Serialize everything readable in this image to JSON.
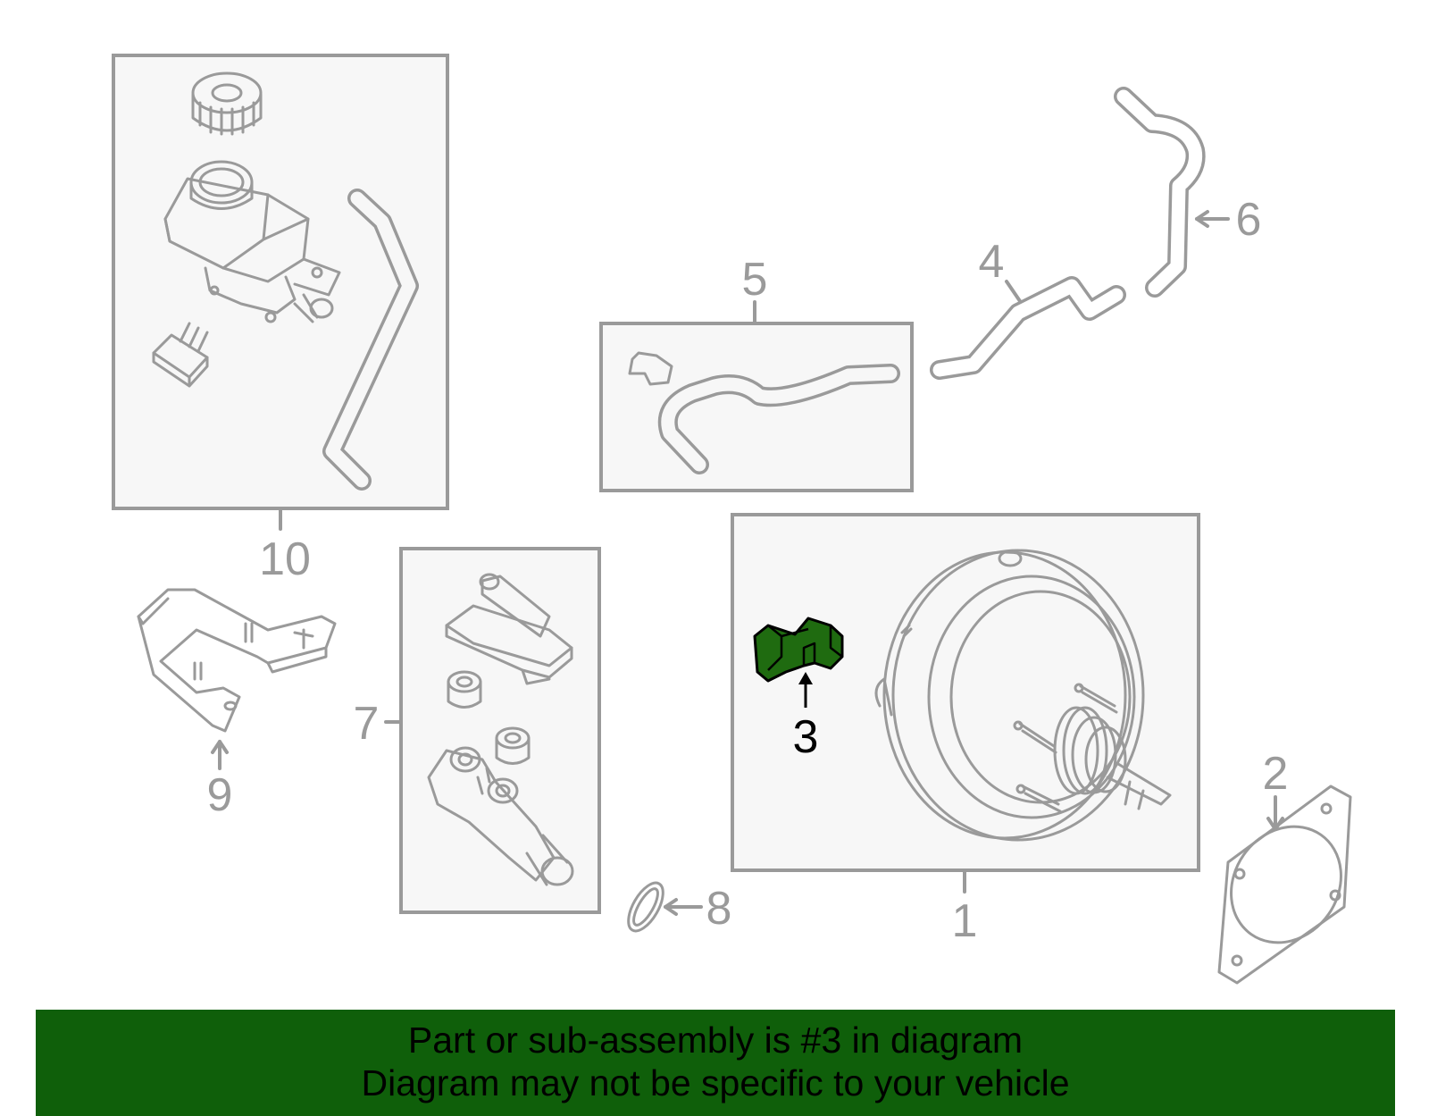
{
  "callouts": {
    "c1": "1",
    "c2": "2",
    "c3": "3",
    "c4": "4",
    "c5": "5",
    "c6": "6",
    "c7": "7",
    "c8": "8",
    "c9": "9",
    "c10": "10"
  },
  "highlighted_part": "3",
  "colors": {
    "highlight_fill": "#1f6b10",
    "line_gray": "#9a9a9a",
    "box_fill": "#f7f7f7",
    "banner_bg": "#0f5f0a",
    "banner_text": "#000000"
  },
  "banner": {
    "line1": "Part or sub-assembly is #3 in diagram",
    "line2": "Diagram may not be specific to your vehicle"
  }
}
